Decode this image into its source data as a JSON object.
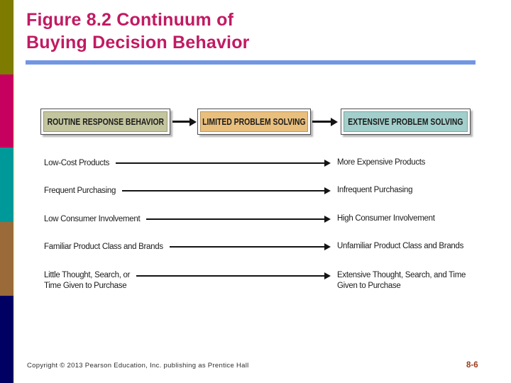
{
  "slide": {
    "title_line1": "Figure 8.2 Continuum of",
    "title_line2": "Buying Decision Behavior",
    "footer": "Copyright © 2013 Pearson Education, Inc. publishing as Prentice Hall",
    "page_number": "8-6"
  },
  "colors": {
    "title_text": "#C11A62",
    "title_rule": "#7396E3",
    "sidebar_segments": [
      "#7D7B00",
      "#C6005E",
      "#00999A",
      "#9B6A39",
      "#000063"
    ],
    "stage_fills": [
      "#C3C59E",
      "#E9BF7D",
      "#A2CFCB"
    ],
    "arrow": "#141414",
    "page_number": "#9B3A1B"
  },
  "diagram": {
    "stages": [
      {
        "label": "ROUTINE RESPONSE BEHAVIOR"
      },
      {
        "label": "LIMITED PROBLEM SOLVING"
      },
      {
        "label": "EXTENSIVE PROBLEM SOLVING"
      }
    ],
    "rows": [
      {
        "left": [
          "Low-Cost Products"
        ],
        "right": [
          "More Expensive Products"
        ]
      },
      {
        "left": [
          "Frequent Purchasing"
        ],
        "right": [
          "Infrequent Purchasing"
        ]
      },
      {
        "left": [
          "Low Consumer Involvement"
        ],
        "right": [
          "High Consumer Involvement"
        ]
      },
      {
        "left": [
          "Familiar Product Class and Brands"
        ],
        "right": [
          "Unfamiliar Product Class and Brands"
        ]
      },
      {
        "left": [
          "Little Thought, Search, or",
          "Time Given to Purchase"
        ],
        "right": [
          "Extensive Thought, Search, and Time",
          "Given to Purchase"
        ]
      }
    ]
  }
}
